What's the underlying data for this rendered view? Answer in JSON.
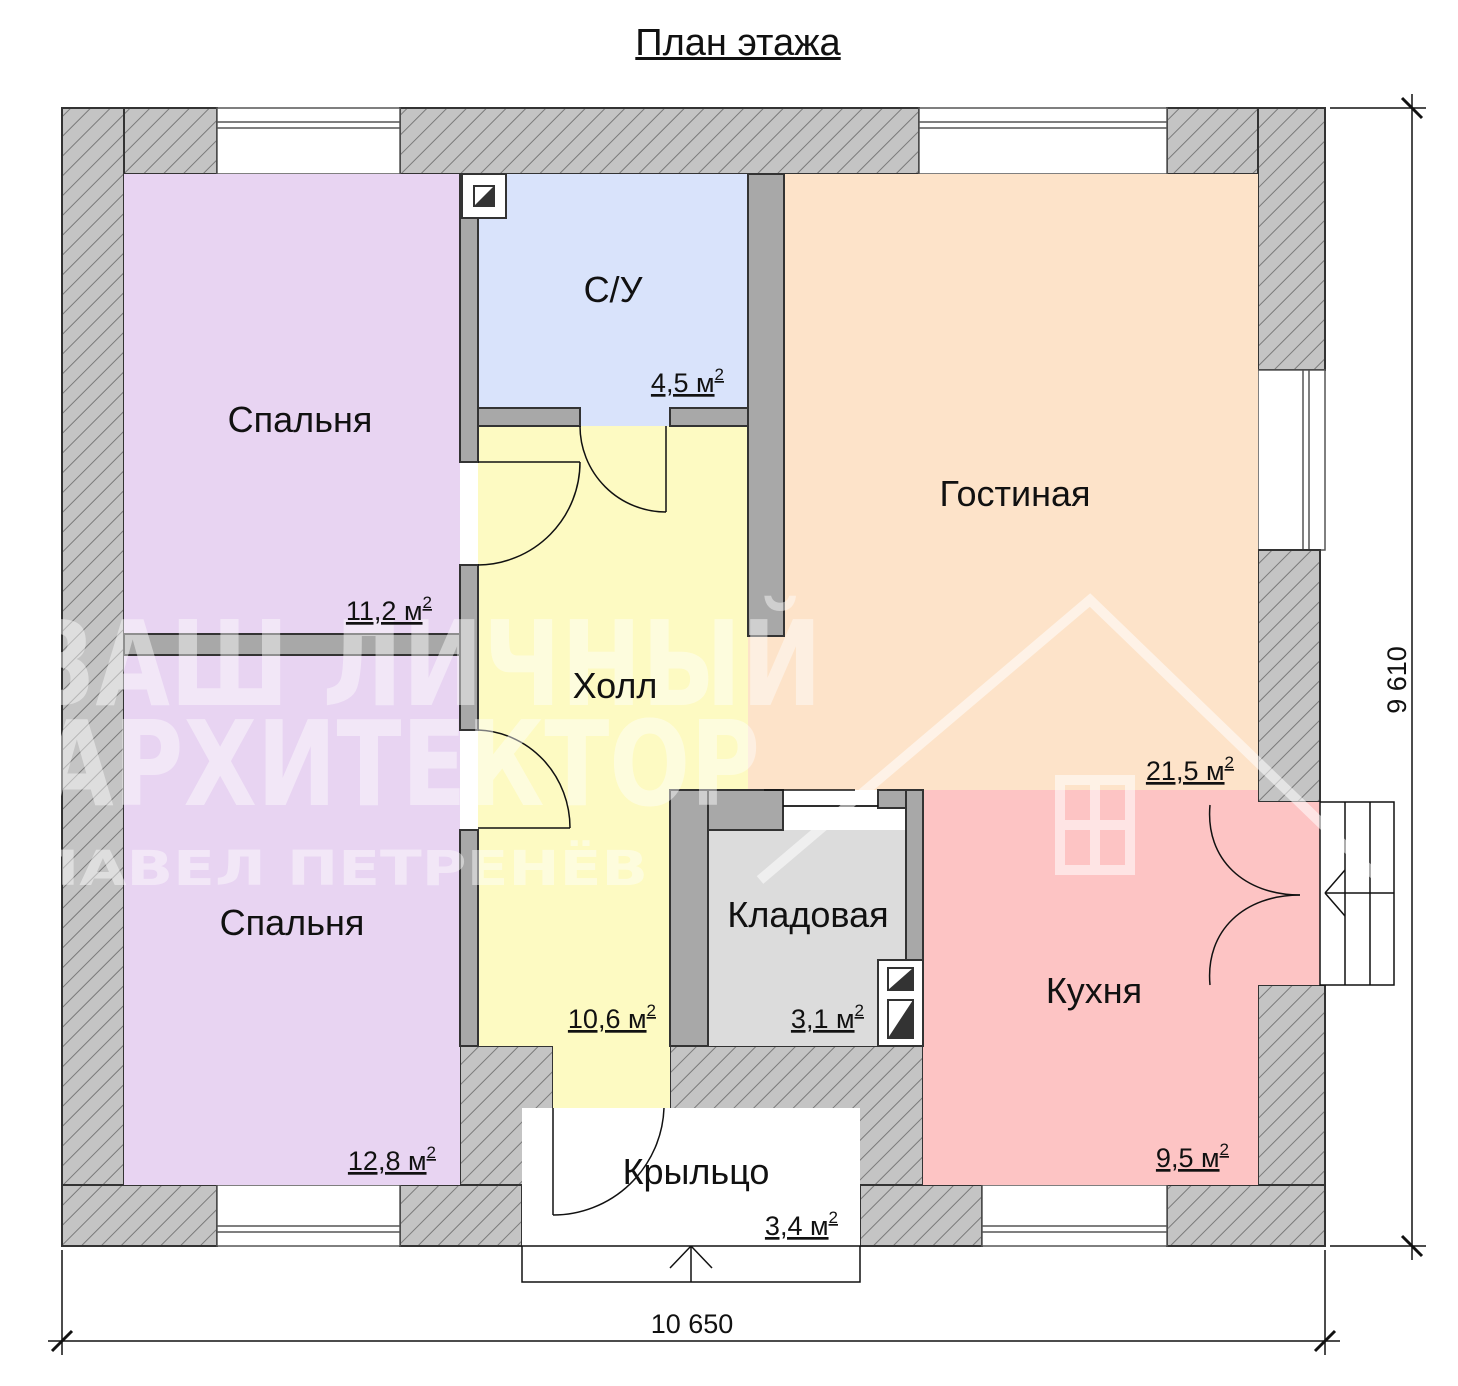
{
  "title": "План этажа",
  "rooms": {
    "bedroom_top": {
      "name": "Спальня",
      "area": "11,2 м",
      "sup": "2",
      "color": "#e8d4f2"
    },
    "bedroom_bottom": {
      "name": "Спальня",
      "area": "12,8 м",
      "sup": "2",
      "color": "#e8d4f2"
    },
    "bathroom": {
      "name": "С/У",
      "area": "4,5 м",
      "sup": "2",
      "color": "#d9e3fb"
    },
    "living": {
      "name": "Гостиная",
      "area": "21,5 м",
      "sup": "2",
      "color": "#fde3c9"
    },
    "hall": {
      "name": "Холл",
      "area": "10,6 м",
      "sup": "2",
      "color": "#fdfac2"
    },
    "storage": {
      "name": "Кладовая",
      "area": "3,1 м",
      "sup": "2",
      "color": "#dcdcdc"
    },
    "kitchen": {
      "name": "Кухня",
      "area": "9,5 м",
      "sup": "2",
      "color": "#fdc4c4"
    },
    "porch": {
      "name": "Крыльцо",
      "area": "3,4 м",
      "sup": "2",
      "color": "#ffffff"
    }
  },
  "dimensions": {
    "width": "10 650",
    "height": "9 610"
  },
  "watermark": {
    "line1": "ВАШ ЛИЧНЫЙ",
    "line2": "АРХИТЕКТОР",
    "line3": "ПАВЕЛ ПЕТРЕНЁВ"
  },
  "colors": {
    "wall": "#bdbdbd",
    "hatch": "#8a8a8a",
    "partition": "#9e9e9e"
  }
}
